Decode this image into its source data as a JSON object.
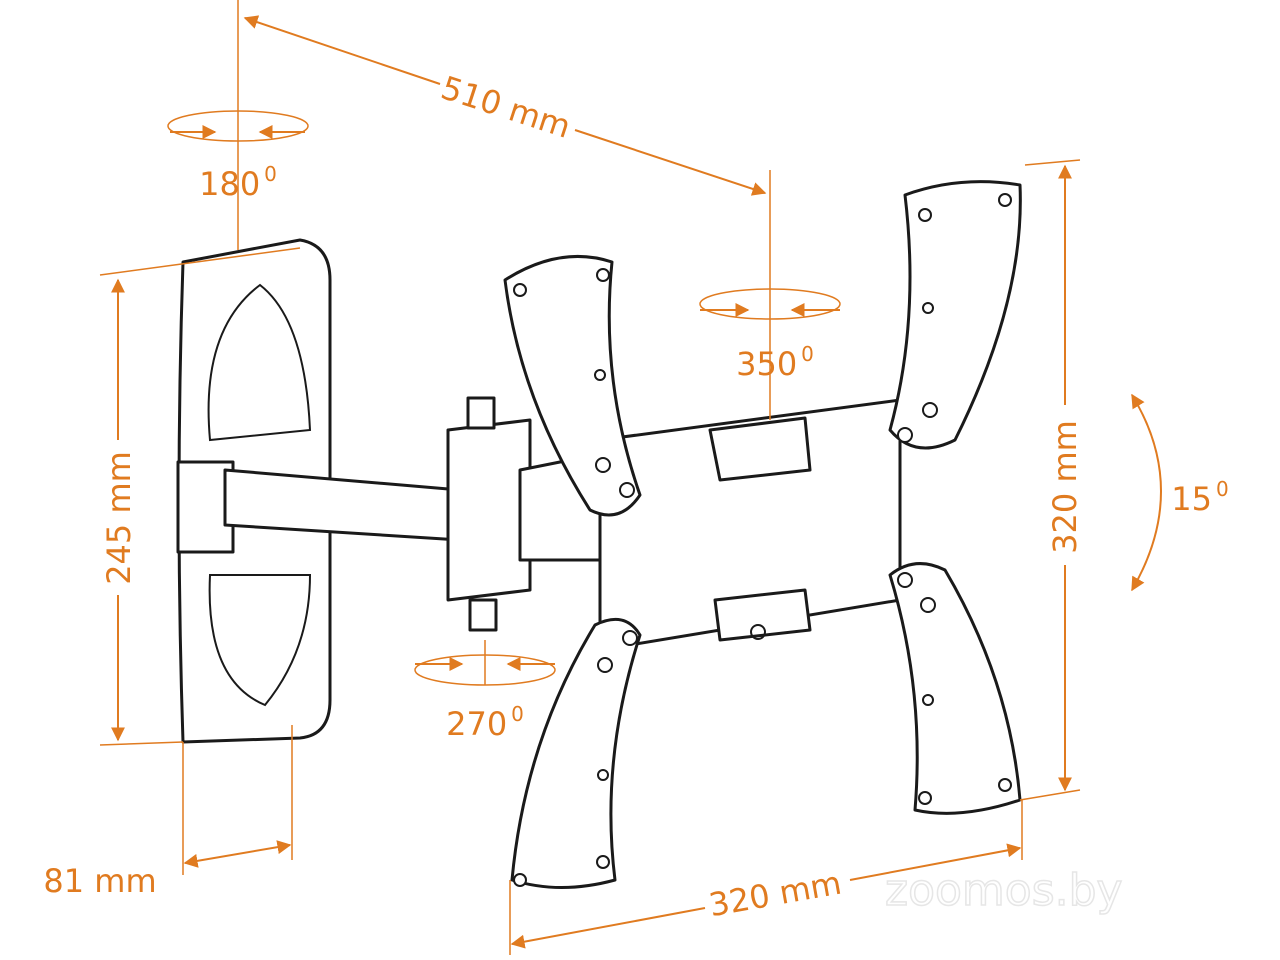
{
  "diagram": {
    "dimensions": {
      "arm_extension": "510 mm",
      "wall_plate_height": "245 mm",
      "vesa_height": "320 mm",
      "vesa_width": "320 mm",
      "wall_plate_depth": "81 mm"
    },
    "rotations": {
      "wall_swivel": {
        "value": "180",
        "unit": "0"
      },
      "head_swivel": {
        "value": "350",
        "unit": "0"
      },
      "arm_swivel": {
        "value": "270",
        "unit": "0"
      },
      "tilt": {
        "value": "15",
        "unit": "0"
      }
    },
    "watermark": "zoomos.by",
    "colors": {
      "accent": "#e07b20",
      "line": "#1a1a1a"
    }
  }
}
